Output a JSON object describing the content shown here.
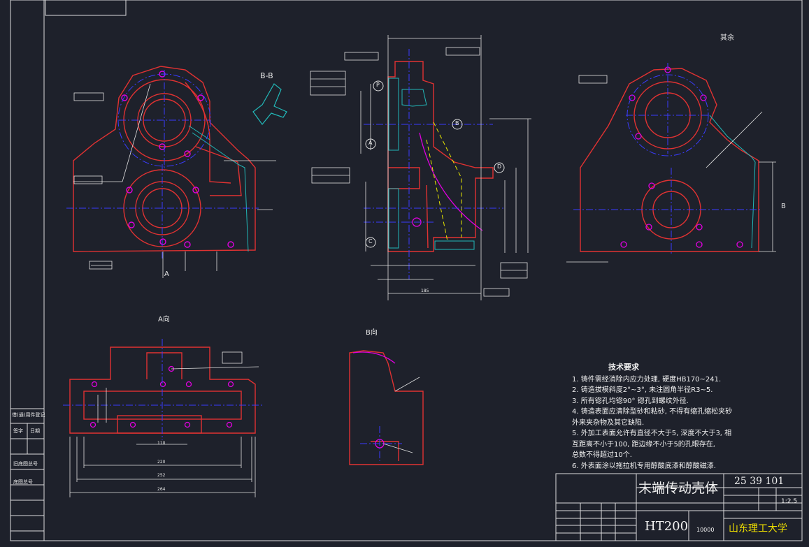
{
  "views": {
    "section_bb": "B-B",
    "view_a": "A向",
    "view_b": "B向",
    "rest": "其余",
    "arrow_a": "A",
    "arrow_b": "B",
    "datum_c": "C",
    "datum_d": "D",
    "datum_p": "P",
    "datum_a": "A",
    "datum_b": "B"
  },
  "dimensions": {
    "d264": "264",
    "d252": "252",
    "d220": "220",
    "d110": "110",
    "d185": "185"
  },
  "tech_requirements": {
    "title": "技术要求",
    "items": [
      "1. 铸件需经消除内应力处理, 硬度HB170~241.",
      "2. 铸造拔模斜度2°~3°, 未注圆角半径R3~5.",
      "3. 所有锪孔均锪90° 锪孔到螺纹外径.",
      "4. 铸造表面应清除型砂和粘砂, 不得有缩孔缩松夹砂",
      "   外来夹杂物及其它缺陷.",
      "5. 外加工表面允许有直径不大于5, 深度不大于3, 相",
      "   互距离不小于100, 距边缘不小于5的孔眼存在,",
      "   总数不得超过10个.",
      "6. 外表面涂以拖拉机专用醇酸底漆和醇酸磁漆."
    ]
  },
  "title_block": {
    "part_name": "末端传动壳体",
    "drawing_number": "25 39 101",
    "scale": "1:2.5",
    "material": "HT200",
    "quantity": "10000",
    "school": "山东理工大学"
  },
  "side_strip": [
    "借(通)用件登记",
    "旧底图总号",
    "底图总号",
    "签字",
    "日期"
  ],
  "colors": {
    "background": "#1e212b",
    "outline": "#e03232",
    "center": "#3a3cff",
    "dim": "#e0e0e0",
    "magenta": "#e000e0",
    "hatch": "#22b8b8",
    "hidden": "#e8e800",
    "school": "#f0e000",
    "border": "#dcdcdc"
  }
}
